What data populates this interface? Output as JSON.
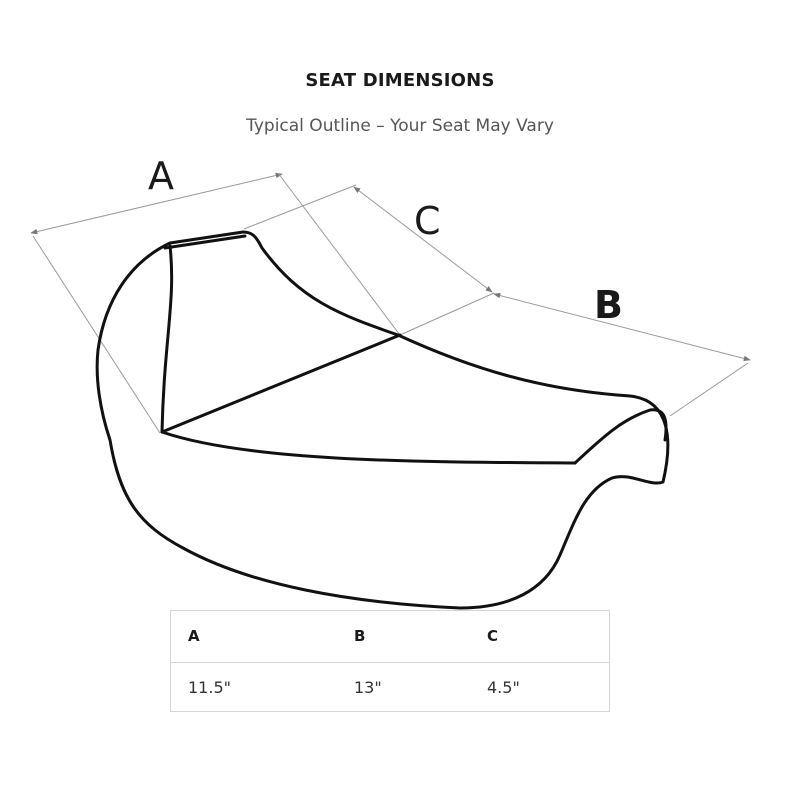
{
  "title": "SEAT DIMENSIONS",
  "subtitle": "Typical Outline – Your Seat May Vary",
  "labels": {
    "a": "A",
    "b": "B",
    "c": "C"
  },
  "table": {
    "headers": [
      "A",
      "B",
      "C"
    ],
    "values": [
      "11.5\"",
      "13\"",
      "4.5\""
    ]
  },
  "colors": {
    "outline": "#111111",
    "dimension_line": "#9a9a9a",
    "table_border": "#d6d6d6"
  }
}
